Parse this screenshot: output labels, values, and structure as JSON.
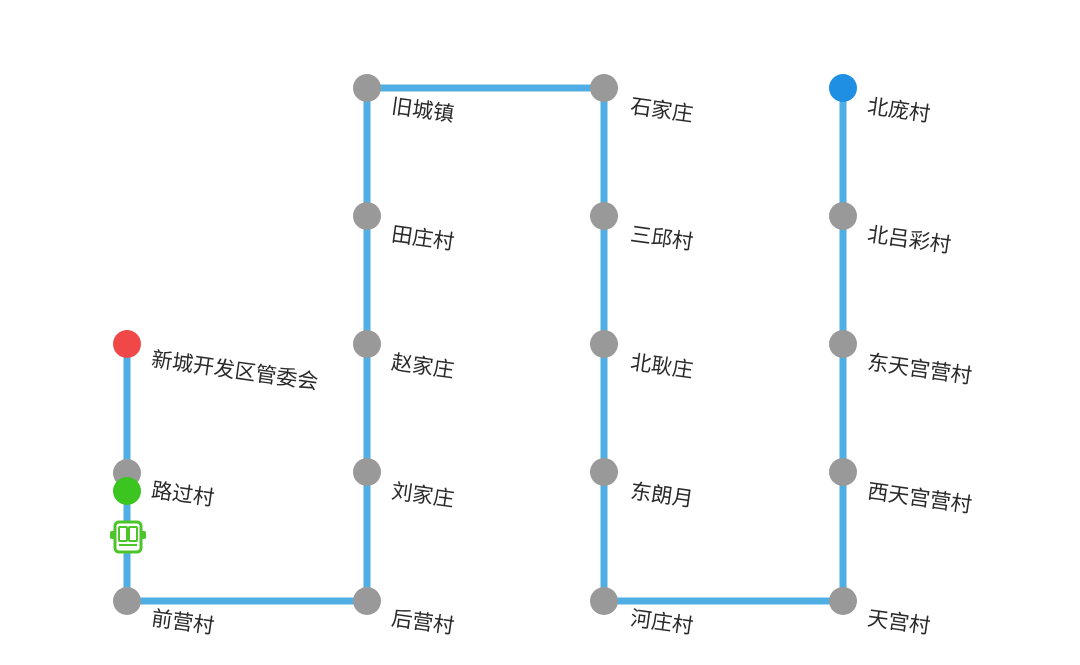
{
  "colors": {
    "route_line": "#4FAEE3",
    "stop": "#999999",
    "start_stop": "#F04848",
    "current_stop": "#3CC420",
    "end_stop": "#1E8FE3",
    "bus": "#4CC52A"
  },
  "route": {
    "stops": [
      {
        "name": "新城开发区管委会",
        "state": "start"
      },
      {
        "name": "路过村",
        "state": "current"
      },
      {
        "name": "前营村",
        "state": "normal"
      },
      {
        "name": "后营村",
        "state": "normal"
      },
      {
        "name": "刘家庄",
        "state": "normal"
      },
      {
        "name": "赵家庄",
        "state": "normal"
      },
      {
        "name": "田庄村",
        "state": "normal"
      },
      {
        "name": "旧城镇",
        "state": "normal"
      },
      {
        "name": "石家庄",
        "state": "normal"
      },
      {
        "name": "三邱村",
        "state": "normal"
      },
      {
        "name": "北耿庄",
        "state": "normal"
      },
      {
        "name": "东朗月",
        "state": "normal"
      },
      {
        "name": "河庄村",
        "state": "normal"
      },
      {
        "name": "天宫村",
        "state": "normal"
      },
      {
        "name": "西天宫营村",
        "state": "normal"
      },
      {
        "name": "东天宫营村",
        "state": "normal"
      },
      {
        "name": "北吕彩村",
        "state": "normal"
      },
      {
        "name": "北庞村",
        "state": "end"
      }
    ],
    "bus_icon": "bus-icon",
    "bus_between": [
      "路过村",
      "前营村"
    ]
  }
}
